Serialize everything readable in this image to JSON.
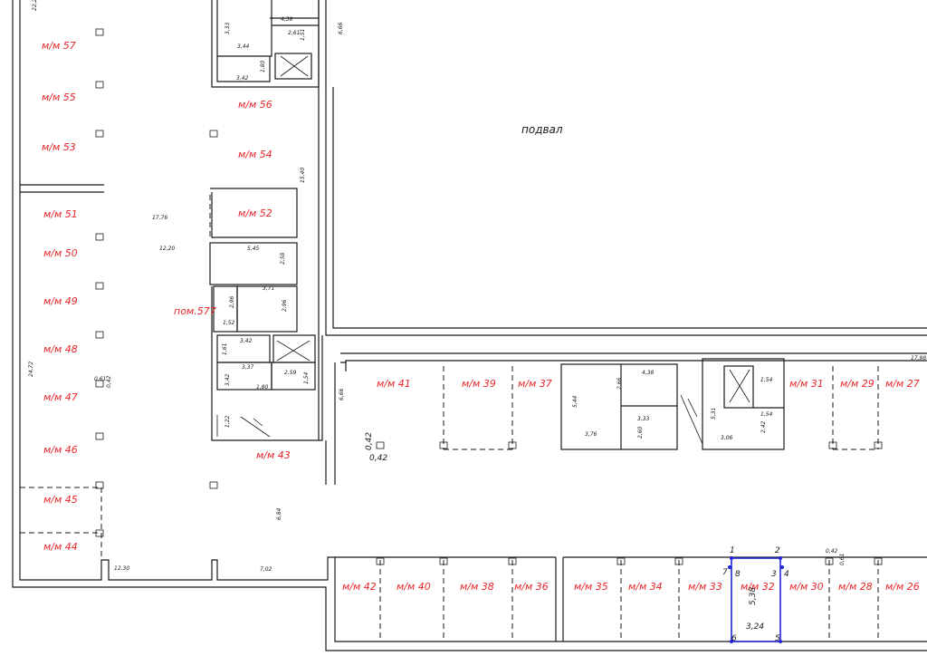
{
  "plan": {
    "basement_label": "подвал",
    "room_label": "пом.577",
    "red_color": "#e8262b",
    "line_color": "#1a1a1a",
    "selection_color": "#2424d6",
    "parking_spaces": [
      "м/м 57",
      "м/м 55",
      "м/м 53",
      "м/м 56",
      "м/м 54",
      "м/м 51",
      "м/м 52",
      "м/м 50",
      "м/м 49",
      "м/м 48",
      "м/м 47",
      "м/м 46",
      "м/м 45",
      "м/м 44",
      "м/м 43",
      "м/м 41",
      "м/м 39",
      "м/м 37",
      "м/м 31",
      "м/м 29",
      "м/м 27",
      "м/м 42",
      "м/м 40",
      "м/м 38",
      "м/м 36",
      "м/м 35",
      "м/м 34",
      "м/м 33",
      "м/м 32",
      "м/м 30",
      "м/м 28",
      "м/м 26"
    ],
    "dimensions": [
      "22,2",
      "4,38",
      "3,33",
      "2,61",
      "1,51",
      "3,44",
      "6,66",
      "3,42",
      "1,80",
      "15,40",
      "17,76",
      "12,20",
      "5,45",
      "2,58",
      "3,71",
      "2,96",
      "2,96",
      "1,52",
      "3,42",
      "1,61",
      "3,37",
      "3,42",
      "2,59",
      "1,54",
      "1,80",
      "1,22",
      "24,72",
      "0,61",
      "0,42",
      "6,66",
      "0,42",
      "0,42",
      "5,44",
      "2,66",
      "4,38",
      "3,33",
      "2,60",
      "3,76",
      "5,31",
      "1,54",
      "1,54",
      "2,42",
      "3,06",
      "17,98",
      "6,84",
      "12,30",
      "7,02",
      "0,42",
      "0,61",
      "5,38",
      "3,24"
    ],
    "selection_points": [
      "1",
      "2",
      "3",
      "4",
      "5",
      "6",
      "7",
      "8"
    ]
  }
}
